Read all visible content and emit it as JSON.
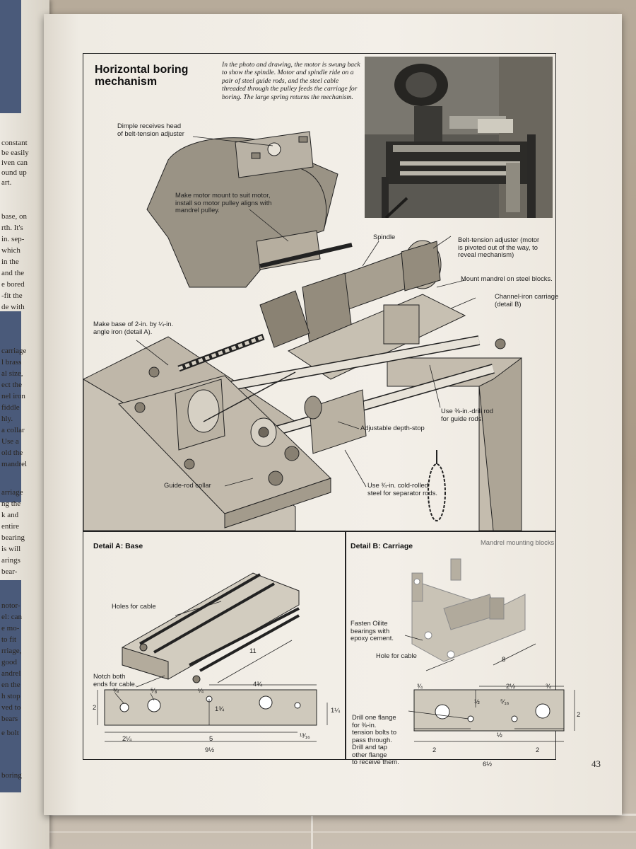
{
  "book_page": {
    "title_line1": "Horizontal boring",
    "title_line2": "mechanism",
    "caption": "In the photo and drawing, the motor is swung back to show the spindle. Motor and spindle ride on a pair of steel guide rods, and the steel cable threaded through the pulley feeds the carriage for boring. The large spring returns the mechanism.",
    "page_number": "43"
  },
  "labels": {
    "dimple_line1": "Dimple receives head",
    "dimple_line2": "of belt-tension adjuster",
    "motor_mount_line1": "Make motor mount to suit motor,",
    "motor_mount_line2": "install so motor pulley aligns with",
    "motor_mount_line3": "mandrel pulley.",
    "spindle": "Spindle",
    "belt_tension_line1": "Belt-tension adjuster (motor",
    "belt_tension_line2": "is pivoted out of the way, to",
    "belt_tension_line3": "reveal mechanism)",
    "mount_mandrel": "Mount mandrel on steel blocks.",
    "channel_iron_line1": "Channel-iron carriage",
    "channel_iron_line2": "(detail B)",
    "base_line1": "Make base of 2-in. by ¼-in.",
    "base_line2": "angle iron (detail A).",
    "drill_rod_line1": "Use ⅜-in.-drill rod",
    "drill_rod_line2": "for guide rods.",
    "depth_stop": "Adjustable depth-stop",
    "guide_rod_collar": "Guide-rod collar",
    "separator_line1": "Use ¾-in. cold-rolled",
    "separator_line2": "steel for separator rods."
  },
  "detail_a": {
    "title": "Detail A: Base",
    "holes_for_cable": "Holes for cable",
    "notch_line1": "Notch both",
    "notch_line2": "ends for cable.",
    "dims": {
      "length_iso": "11",
      "hole1": "⅜",
      "hole2": "⁵⁄₈",
      "hole3": "¼",
      "span_4_3_4": "4¾",
      "height_2": "2",
      "h_1_3_4": "1¾",
      "h_1_1_4": "1¼",
      "d_2_1_4": "2¼",
      "d_5": "5",
      "d_13_16": "¹³⁄₁₆",
      "total_9_1_2": "9½"
    }
  },
  "detail_b": {
    "title": "Detail B: Carriage",
    "mandrel_blocks": "Mandrel mounting blocks",
    "oilite_line1": "Fasten Oilite",
    "oilite_line2": "bearings with",
    "oilite_line3": "epoxy cement.",
    "hole_for_cable": "Hole for cable",
    "drill_note_line1": "Drill one flange",
    "drill_note_line2": "for ⅜-in.",
    "drill_note_line3": "tension bolts to",
    "drill_note_line4": "pass through.",
    "drill_note_line5": "Drill and tap",
    "drill_note_line6": "other flange",
    "drill_note_line7": "to receive them.",
    "dims": {
      "length_iso": "8",
      "hole_3_4": "¾",
      "d_2_1_2": "2½",
      "d_3_4_top": "¾",
      "d_1_2_a": "½",
      "d_5_16": "⁵⁄₁₆",
      "d_1_2_b": "½",
      "height_2": "2",
      "left_2": "2",
      "right_2": "2",
      "total_6_1_2": "6½"
    }
  },
  "left_page_fragments": [
    "constant",
    "be easily",
    "iven can",
    "ound up",
    "art.",
    "base, on",
    "rth. It's",
    "in. sep-",
    "which",
    "in the",
    "and the",
    "e bored",
    "-fit the",
    "de with",
    "carriage",
    "l brass",
    "al size,",
    "ect the",
    "nel iron",
    "fiddle",
    "hly.",
    "a collar",
    "Use a",
    "old the",
    "mandrel",
    "arriage",
    "ng the",
    "k and",
    "entire",
    "bearing",
    "is will",
    "arings",
    "bear-",
    "notor-",
    "el: can",
    "e mo-",
    "to fit",
    "rriage,",
    "good",
    "andrel",
    "en the",
    "h stop",
    "ved to",
    "bears",
    "e bolt",
    "boring"
  ]
}
